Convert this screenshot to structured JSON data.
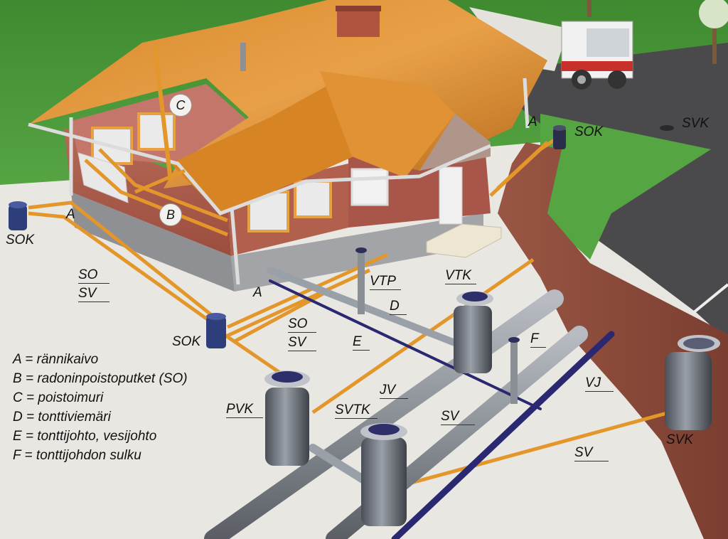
{
  "labels": {
    "c": "C",
    "b": "B",
    "a_left": "A",
    "a_front": "A",
    "a_right": "A",
    "sok_left": "SOK",
    "sok_front": "SOK",
    "sok_right": "SOK",
    "svk_road": "SVK",
    "so_left": "SO",
    "sv_left": "SV",
    "so_mid": "SO",
    "sv_mid": "SV",
    "vtp": "VTP",
    "vtk": "VTK",
    "d": "D",
    "e": "E",
    "f": "F",
    "jv": "JV",
    "vj": "VJ",
    "pvk": "PVK",
    "svtk": "SVTK",
    "sv_center": "SV",
    "sv_right": "SV",
    "svk_right": "SVK"
  },
  "legend": [
    "A = rännikaivo",
    "B = radoninpoistoputket (SO)",
    "C = poistoimuri",
    "D = tonttiviemäri",
    "E = tonttijohto, vesijohto",
    "F = tonttijohdon sulku"
  ],
  "colors": {
    "grass": "#4d9a3a",
    "roof": "#c87a1e",
    "brick": "#b05a4a",
    "pipe_orange": "#e3962a",
    "pipe_gray": "#8a8f96",
    "water_pipe": "#2a2870",
    "asphalt": "#4a4a4c",
    "soil": "#8a4a38"
  }
}
